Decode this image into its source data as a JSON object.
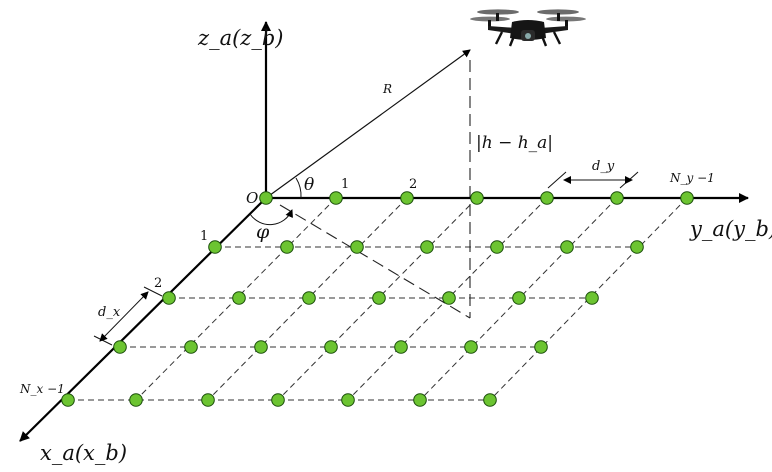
{
  "colors": {
    "node_fill": "#6cc431",
    "axis": "#000000"
  },
  "labels": {
    "z_axis": "z_a(z_b)",
    "y_axis": "y_a(y_b)",
    "x_axis": "x_a(x_b)",
    "origin": "O",
    "range": "R",
    "theta": "θ",
    "phi": "φ",
    "height_diff": "|h − h_a|",
    "dy": "d_y",
    "dx": "d_x",
    "ny_minus_1": "N_y −1",
    "nx_minus_1": "N_x −1",
    "y_index_1": "1",
    "y_index_2": "2",
    "x_index_1": "1",
    "x_index_2": "2"
  },
  "icons": {
    "drone": "drone-icon"
  }
}
